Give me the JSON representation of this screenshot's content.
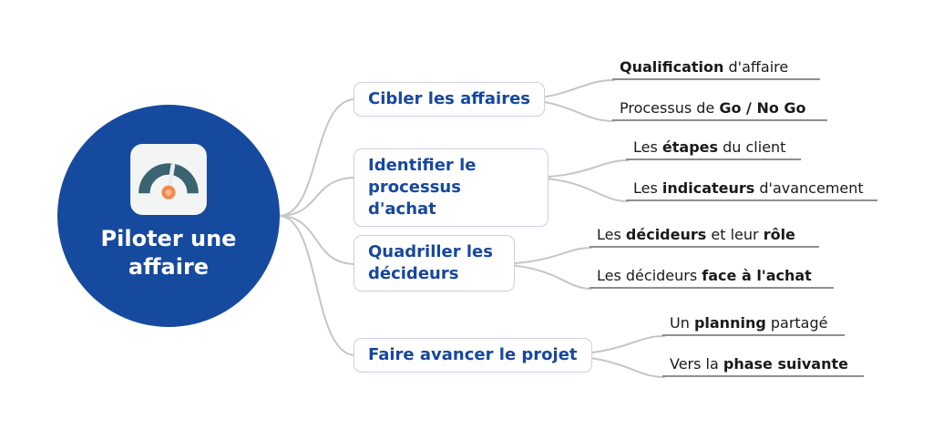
{
  "root": {
    "label": "Piloter une affaire",
    "icon": "gauge-icon"
  },
  "branches": [
    {
      "label": "Cibler les affaires",
      "leaves": [
        {
          "segments": [
            {
              "text": "Qualification",
              "bold": true
            },
            {
              "text": " d'affaire",
              "bold": false
            }
          ]
        },
        {
          "segments": [
            {
              "text": "Processus de ",
              "bold": false
            },
            {
              "text": "Go / No Go",
              "bold": true
            }
          ]
        }
      ]
    },
    {
      "label": "Identifier le processus d'achat",
      "leaves": [
        {
          "segments": [
            {
              "text": "Les ",
              "bold": false
            },
            {
              "text": "étapes",
              "bold": true
            },
            {
              "text": " du client",
              "bold": false
            }
          ]
        },
        {
          "segments": [
            {
              "text": "Les ",
              "bold": false
            },
            {
              "text": "indicateurs",
              "bold": true
            },
            {
              "text": " d'avancement",
              "bold": false
            }
          ]
        }
      ]
    },
    {
      "label": "Quadriller les décideurs",
      "leaves": [
        {
          "segments": [
            {
              "text": "Les ",
              "bold": false
            },
            {
              "text": "décideurs",
              "bold": true
            },
            {
              "text": " et leur ",
              "bold": false
            },
            {
              "text": "rôle",
              "bold": true
            }
          ]
        },
        {
          "segments": [
            {
              "text": "Les décideurs ",
              "bold": false
            },
            {
              "text": "face à l'achat",
              "bold": true
            }
          ]
        }
      ]
    },
    {
      "label": "Faire avancer le projet",
      "leaves": [
        {
          "segments": [
            {
              "text": "Un ",
              "bold": false
            },
            {
              "text": "planning",
              "bold": true
            },
            {
              "text": " partagé",
              "bold": false
            }
          ]
        },
        {
          "segments": [
            {
              "text": "Vers la ",
              "bold": false
            },
            {
              "text": "phase suivante",
              "bold": true
            }
          ]
        }
      ]
    }
  ],
  "colors": {
    "root_fill": "#164a9e",
    "root_text": "#ffffff",
    "branch_text": "#17479e",
    "box_border": "#cfd0e4",
    "connector": "#c6c6c6",
    "leaf_line": "#8f8f8f",
    "leaf_text": "#1a1a1a",
    "gauge_face": "#f3f5f5",
    "gauge_arc": "#3c6370",
    "gauge_hub": "#ef8b4e",
    "gauge_hub_inner": "#f8bd8d",
    "gauge_needle": "#e9edee"
  }
}
